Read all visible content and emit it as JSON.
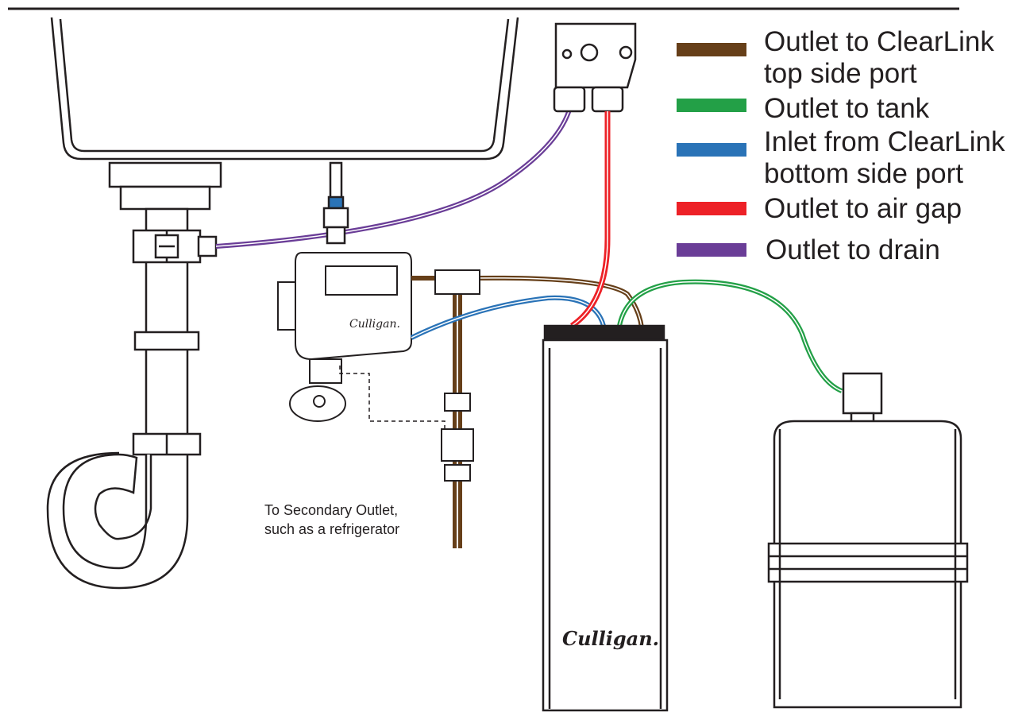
{
  "legend": {
    "items": [
      {
        "label_lines": [
          "Outlet to ClearLink",
          "top side port"
        ],
        "color": "#663f19"
      },
      {
        "label_lines": [
          "Outlet to tank"
        ],
        "color": "#23a047"
      },
      {
        "label_lines": [
          "Inlet from ClearLink",
          "bottom side port"
        ],
        "color": "#2a73b7"
      },
      {
        "label_lines": [
          "Outlet to air gap"
        ],
        "color": "#ed2127"
      },
      {
        "label_lines": [
          "Outlet to drain"
        ],
        "color": "#6a3d97"
      }
    ]
  },
  "caption": {
    "line1": "To Secondary Outlet,",
    "line2": "such as a refrigerator"
  },
  "brand": {
    "filter_logo": "Culligan.",
    "monitor_logo": "Culligan."
  },
  "colors": {
    "line": "#231f20",
    "brown": "#663f19",
    "green": "#23a047",
    "blue": "#2a73b7",
    "red": "#ed2127",
    "purple": "#6a3d97"
  }
}
